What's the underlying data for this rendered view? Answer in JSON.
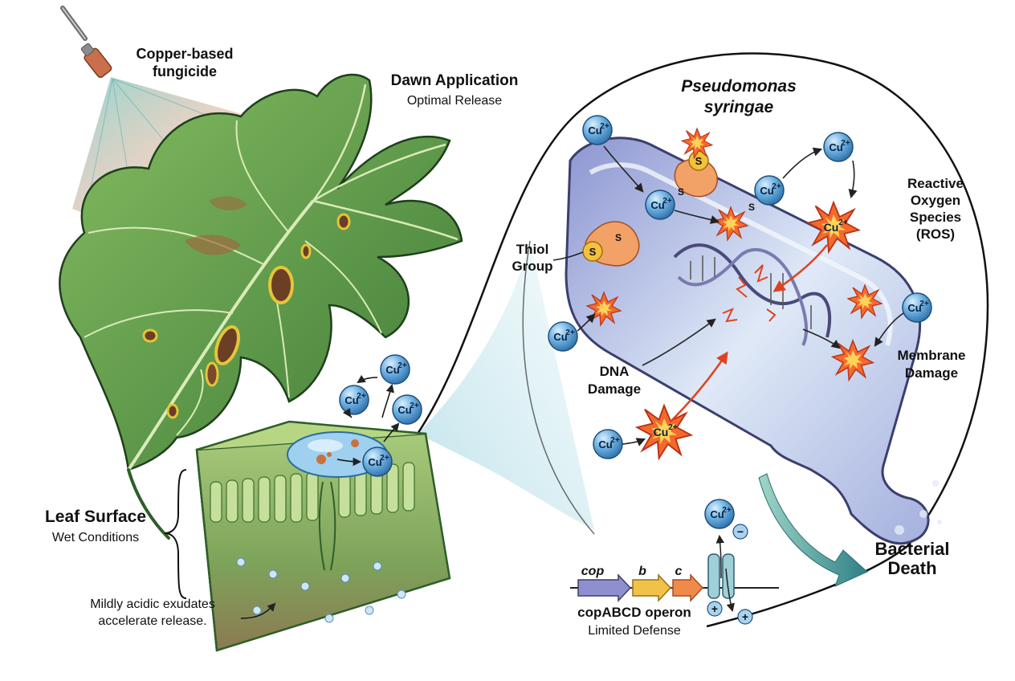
{
  "labels": {
    "fungicide": [
      "Copper-based",
      "fungicide"
    ],
    "dawn_title": "Dawn Application",
    "dawn_sub": "Optimal Release",
    "bacterium_name": [
      "Pseudomonas",
      "syringae"
    ],
    "thiol": [
      "Thiol",
      "Group"
    ],
    "sulfur": "S",
    "ros": [
      "Reactive",
      "Oxygen",
      "Species",
      "(ROS)"
    ],
    "dna": [
      "DNA",
      "Damage"
    ],
    "membrane": [
      "Membrane",
      "Damage"
    ],
    "leaf_title": "Leaf Surface",
    "leaf_sub": "Wet Conditions",
    "exudates": [
      "Mildly acidic exudates",
      "accelerate release."
    ],
    "genes": [
      "cop",
      "b",
      "c"
    ],
    "operon_title": "copABCD operon",
    "operon_sub": "Limited Defense",
    "death": [
      "Bacterial",
      "Death"
    ],
    "ion": {
      "base": "Cu",
      "charge": "2+"
    },
    "plus": "+",
    "minus": "−"
  },
  "colors": {
    "leaf": "#5f9a45",
    "leaf_dark": "#2f5e2a",
    "lesion": "#8a5a33",
    "halo": "#e6c43a",
    "ion": "#4f95cf",
    "burst": "#f25a2a",
    "bacterium": "#aab6df",
    "arrow_death": "#3e8f8a"
  }
}
